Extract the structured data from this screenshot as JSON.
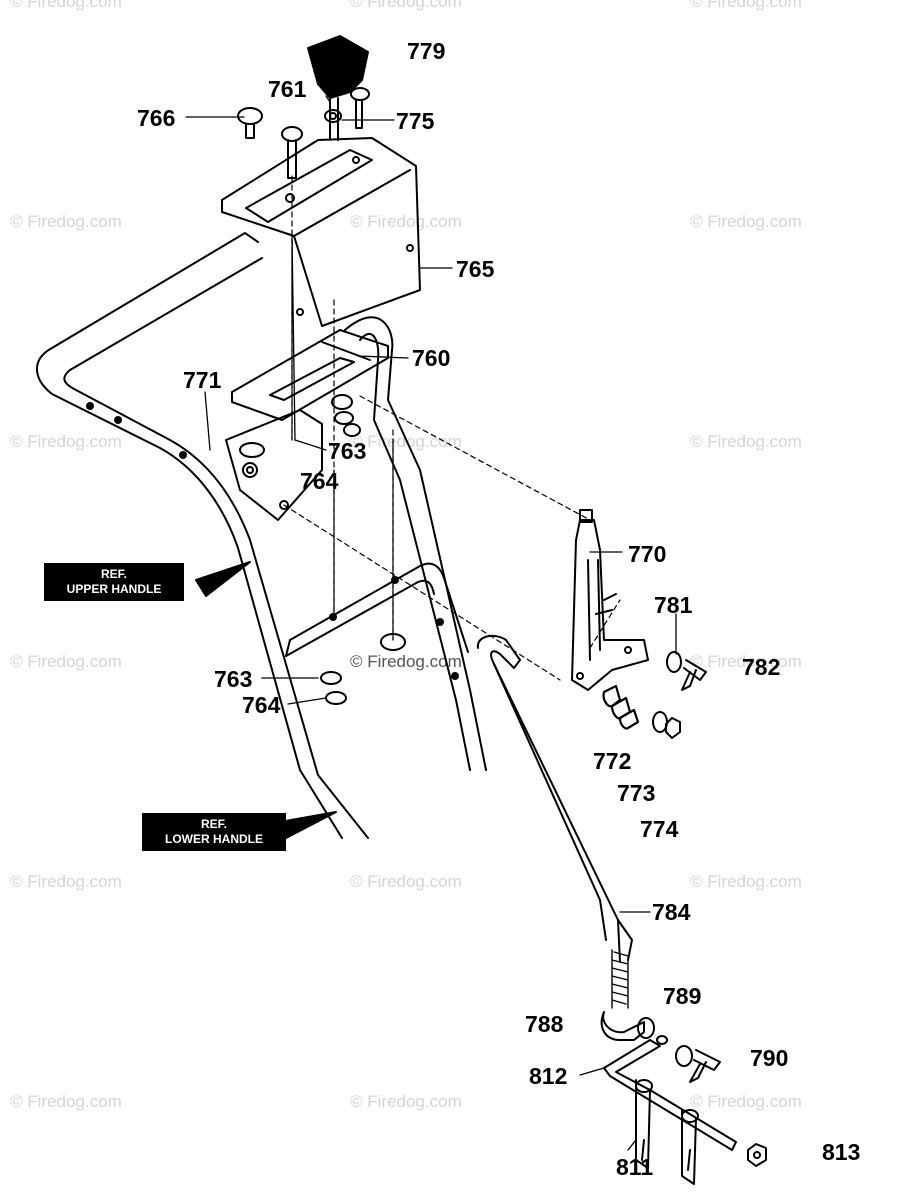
{
  "watermark": "© Firedog.com",
  "part_labels": {
    "p779": "779",
    "p761": "761",
    "p766": "766",
    "p775": "775",
    "p765": "765",
    "p760": "760",
    "p771": "771",
    "p763a": "763",
    "p764a": "764",
    "p770": "770",
    "p781": "781",
    "p782": "782",
    "p763b": "763",
    "p764b": "764",
    "p772": "772",
    "p773": "773",
    "p774": "774",
    "p784": "784",
    "p789": "789",
    "p788": "788",
    "p790": "790",
    "p812": "812",
    "p811": "811",
    "p813": "813"
  },
  "ref_upper": {
    "line1": "REF.",
    "line2": "UPPER HANDLE"
  },
  "ref_lower": {
    "line1": "REF.",
    "line2": "LOWER HANDLE"
  }
}
